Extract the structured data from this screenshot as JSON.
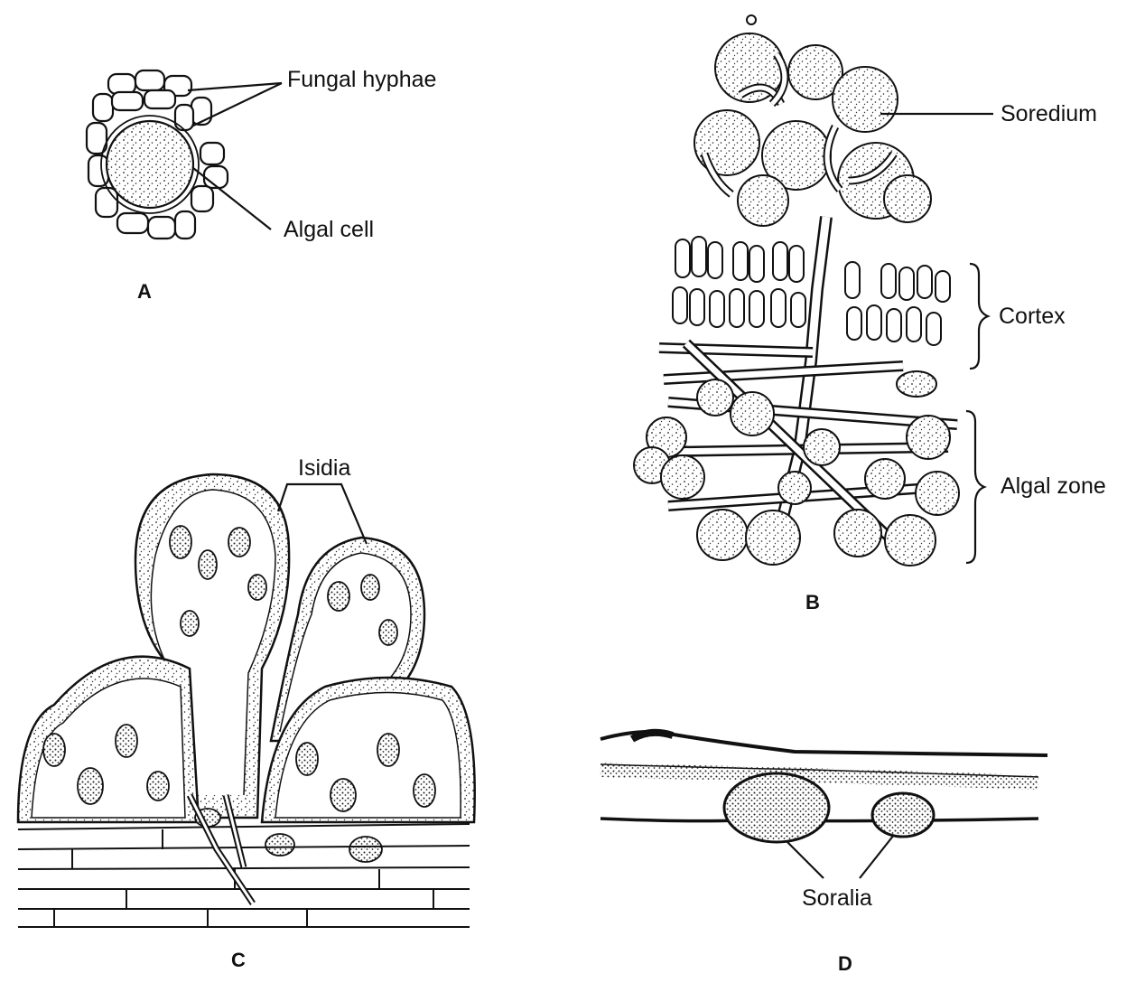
{
  "panels": [
    {
      "id": "A",
      "caption": "A",
      "labels": {
        "hyphae": "Fungal hyphae",
        "algal": "Algal cell"
      }
    },
    {
      "id": "B",
      "caption": "B",
      "labels": {
        "soredium": "Soredium",
        "cortex": "Cortex",
        "algal_zone": "Algal zone"
      }
    },
    {
      "id": "C",
      "caption": "C",
      "labels": {
        "isidia": "Isidia"
      }
    },
    {
      "id": "D",
      "caption": "D",
      "labels": {
        "soralia": "Soralia"
      }
    }
  ],
  "colors": {
    "ink": "#111111",
    "background": "#ffffff"
  }
}
